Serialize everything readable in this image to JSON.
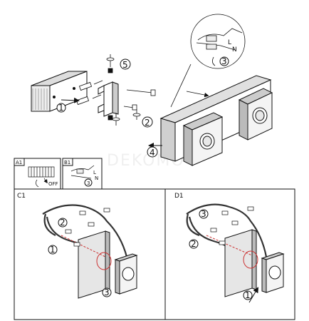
{
  "steps": {
    "top_1": "1",
    "top_2": "2",
    "top_3": "3",
    "top_4": "4",
    "top_5": "5",
    "c1_1": "1",
    "c1_2": "2",
    "c1_3": "3",
    "d1_1": "1",
    "d1_2": "2",
    "d1_3": "3",
    "b1_3": "3"
  },
  "panels": {
    "a1": "A1",
    "b1": "B1",
    "c1": "C1",
    "d1": "D1"
  },
  "wire_letters": {
    "l_top": "L",
    "n_top": "N",
    "l_b1": "L",
    "n_b1": "N"
  },
  "a1_off": "OFF",
  "watermark": "DEKOMO"
}
